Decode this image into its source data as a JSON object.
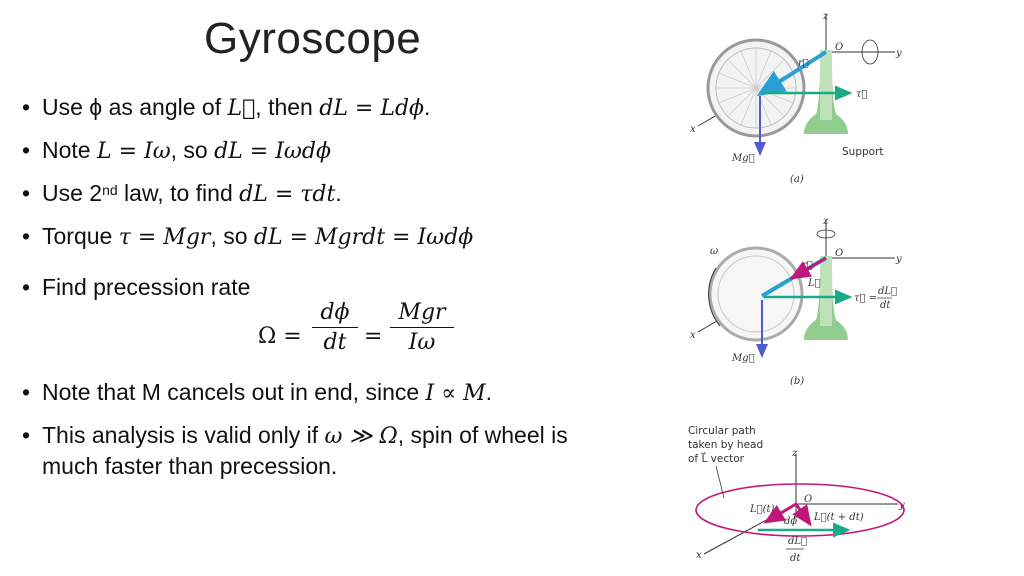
{
  "title": "Gyroscope",
  "bullets": [
    {
      "pre": "Use ϕ as angle of ",
      "m1": "L⃗",
      "mid": ", then ",
      "m2": "dL = Ldϕ",
      "post": "."
    },
    {
      "pre": "Note ",
      "m1": "L = Iω",
      "mid": ", so ",
      "m2": "dL = Iωdϕ"
    },
    {
      "pre": "Use 2",
      "sup": "nd",
      "mid": " law, to find ",
      "m2": "dL = τdt",
      "post": "."
    },
    {
      "pre": "Torque ",
      "m1": "τ = Mgr",
      "mid": ", so ",
      "m2": "dL = Mgrdt = Iωdϕ"
    },
    {
      "pre": "Find precession rate"
    },
    {
      "pre": "Note that M cancels out in end, since ",
      "m2": "I ∝ M",
      "post": "."
    },
    {
      "pre": "This analysis is valid only if ",
      "m1": "ω ≫ Ω",
      "mid": ", spin of wheel is",
      "line2": "much faster than precession."
    }
  ],
  "formula": {
    "lhs": "Ω =",
    "num1": "dϕ",
    "den1": "dt",
    "eq": "=",
    "num2": "Mgr",
    "den2": "Iω"
  },
  "figures": {
    "a": {
      "z": "z",
      "y": "y",
      "x": "x",
      "O": "O",
      "r": "r⃗",
      "tau": "τ⃗",
      "Mg": "Mg⃗",
      "support": "Support",
      "caption": "(a)"
    },
    "b": {
      "z": "z",
      "y": "y",
      "x": "x",
      "O": "O",
      "omega": "ω",
      "r": "r⃗",
      "L": "L⃗",
      "tau": "τ⃗ =",
      "dL": "dL⃗",
      "dt": "dt",
      "Mg": "Mg⃗",
      "caption": "(b)"
    },
    "c": {
      "cap1": "Circular path",
      "cap2": "taken by head",
      "cap3": "of L⃗ vector",
      "z": "z",
      "y": "y",
      "x": "x",
      "O": "O",
      "Lt": "L⃗(t)",
      "Ltdt": "L⃗(t + dt)",
      "dphi": "dϕ",
      "dL": "dL⃗",
      "dt": "dt"
    }
  },
  "colors": {
    "torque": "#1aaa88",
    "radius": "#2a9fd6",
    "L": "#c0187a",
    "Mg": "#4f5bd5",
    "support": "#7cc47a",
    "ring": "#c0187a"
  }
}
